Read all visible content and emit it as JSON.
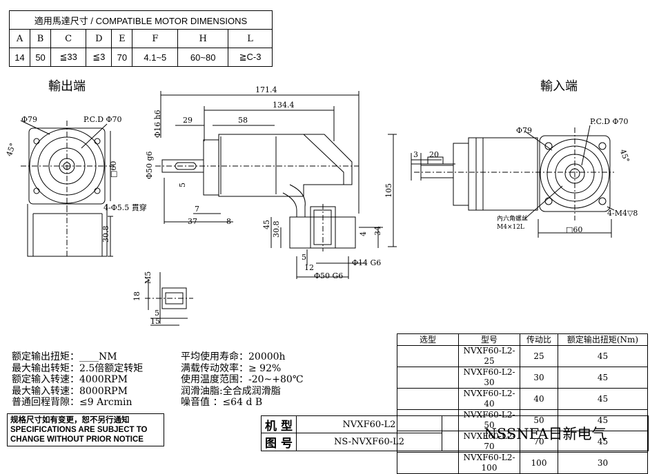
{
  "motor_table": {
    "title": "適用馬達尺寸 / COMPATIBLE MOTOR DIMENSIONS",
    "headers": [
      "A",
      "B",
      "C",
      "D",
      "E",
      "F",
      "H",
      "L"
    ],
    "values": [
      "14",
      "50",
      "≦33",
      "≦3",
      "70",
      "4.1~5",
      "60~80",
      "≧C-3"
    ]
  },
  "views": {
    "output_end": "輸出端",
    "input_end": "輸入端"
  },
  "dims": {
    "phi79_left": "Φ79",
    "pcd_left": "P.C.D Φ70",
    "angle_left": "45°",
    "sq60_left": "□60",
    "holes_left": "4-Φ5.5 貫穿",
    "d30_8_left": "30.8",
    "len_171": "171.4",
    "len_134": "134.4",
    "len_29": "29",
    "len_58": "58",
    "phi16": "Φ16 h6",
    "phi50": "Φ50 g6",
    "len_5": "5",
    "len_7": "7",
    "len_37": "37",
    "len_8": "8",
    "h_105": "105",
    "h_45": "45",
    "h_30_8": "30.8",
    "h_4": "4",
    "h_34": "34",
    "w_5": "5",
    "w_12": "12",
    "phi14": "Φ14 G6",
    "phi50G6": "Φ50 G6",
    "key_M5": "M5",
    "key_18": "18",
    "key_5": "5",
    "key_15": "15",
    "in_3": "3",
    "in_20": "20",
    "phi79_right": "Φ79",
    "pcd_right": "P.C.D Φ70",
    "angle_right": "45°",
    "hex_label": "內六角螺丝",
    "hex_size": "M4×12L",
    "holes_right": "4-M4▽8",
    "sq60_right": "□60"
  },
  "specs_left": [
    {
      "label": "额定输出扭矩：",
      "value": "____NM"
    },
    {
      "label": "最大输出转矩：",
      "value": "2.5倍额定转矩"
    },
    {
      "label": "额定输入转速：",
      "value": "4000RPM"
    },
    {
      "label": "最大输入转速：",
      "value": "8000RPM"
    },
    {
      "label": "普通回程背隙：",
      "value": "≤9 Arcmin"
    }
  ],
  "specs_right": [
    {
      "label": "平均使用寿命：",
      "value": "20000h"
    },
    {
      "label": "满载传动效率：",
      "value": "≥  92%"
    },
    {
      "label": "使用温度范围：",
      "value": "-20~+80℃"
    },
    {
      "label": "润滑油脂:",
      "value": "全合成润滑脂"
    },
    {
      "label": "噪音值      ：",
      "value": "≤64 d B"
    }
  ],
  "model_table": {
    "headers": [
      "选型",
      "型号",
      "传动比",
      "额定输出扭矩(Nm)"
    ],
    "rows": [
      [
        "",
        "NVXF60-L2-25",
        "25",
        "45"
      ],
      [
        "",
        "NVXF60-L2-30",
        "30",
        "45"
      ],
      [
        "",
        "NVXF60-L2-40",
        "40",
        "45"
      ],
      [
        "",
        "NVXF60-L2-50",
        "50",
        "45"
      ],
      [
        "",
        "NVXF60-L2-70",
        "70",
        "45"
      ],
      [
        "",
        "NVXF60-L2-100",
        "100",
        "30"
      ]
    ]
  },
  "notice": {
    "line1": "规格尺寸如有变更，恕不另行通知",
    "line2": "SPECIFICATIONS ARE SUBJECT TO",
    "line3": "CHANGE WITHOUT PRIOR NOTICE"
  },
  "title_block": {
    "machine_label": "机 型",
    "machine_value": "NVXF60-L2",
    "drawing_label": "图 号",
    "drawing_value": "NS-NVXF60-L2",
    "company": "NSSNFA日新电气"
  }
}
